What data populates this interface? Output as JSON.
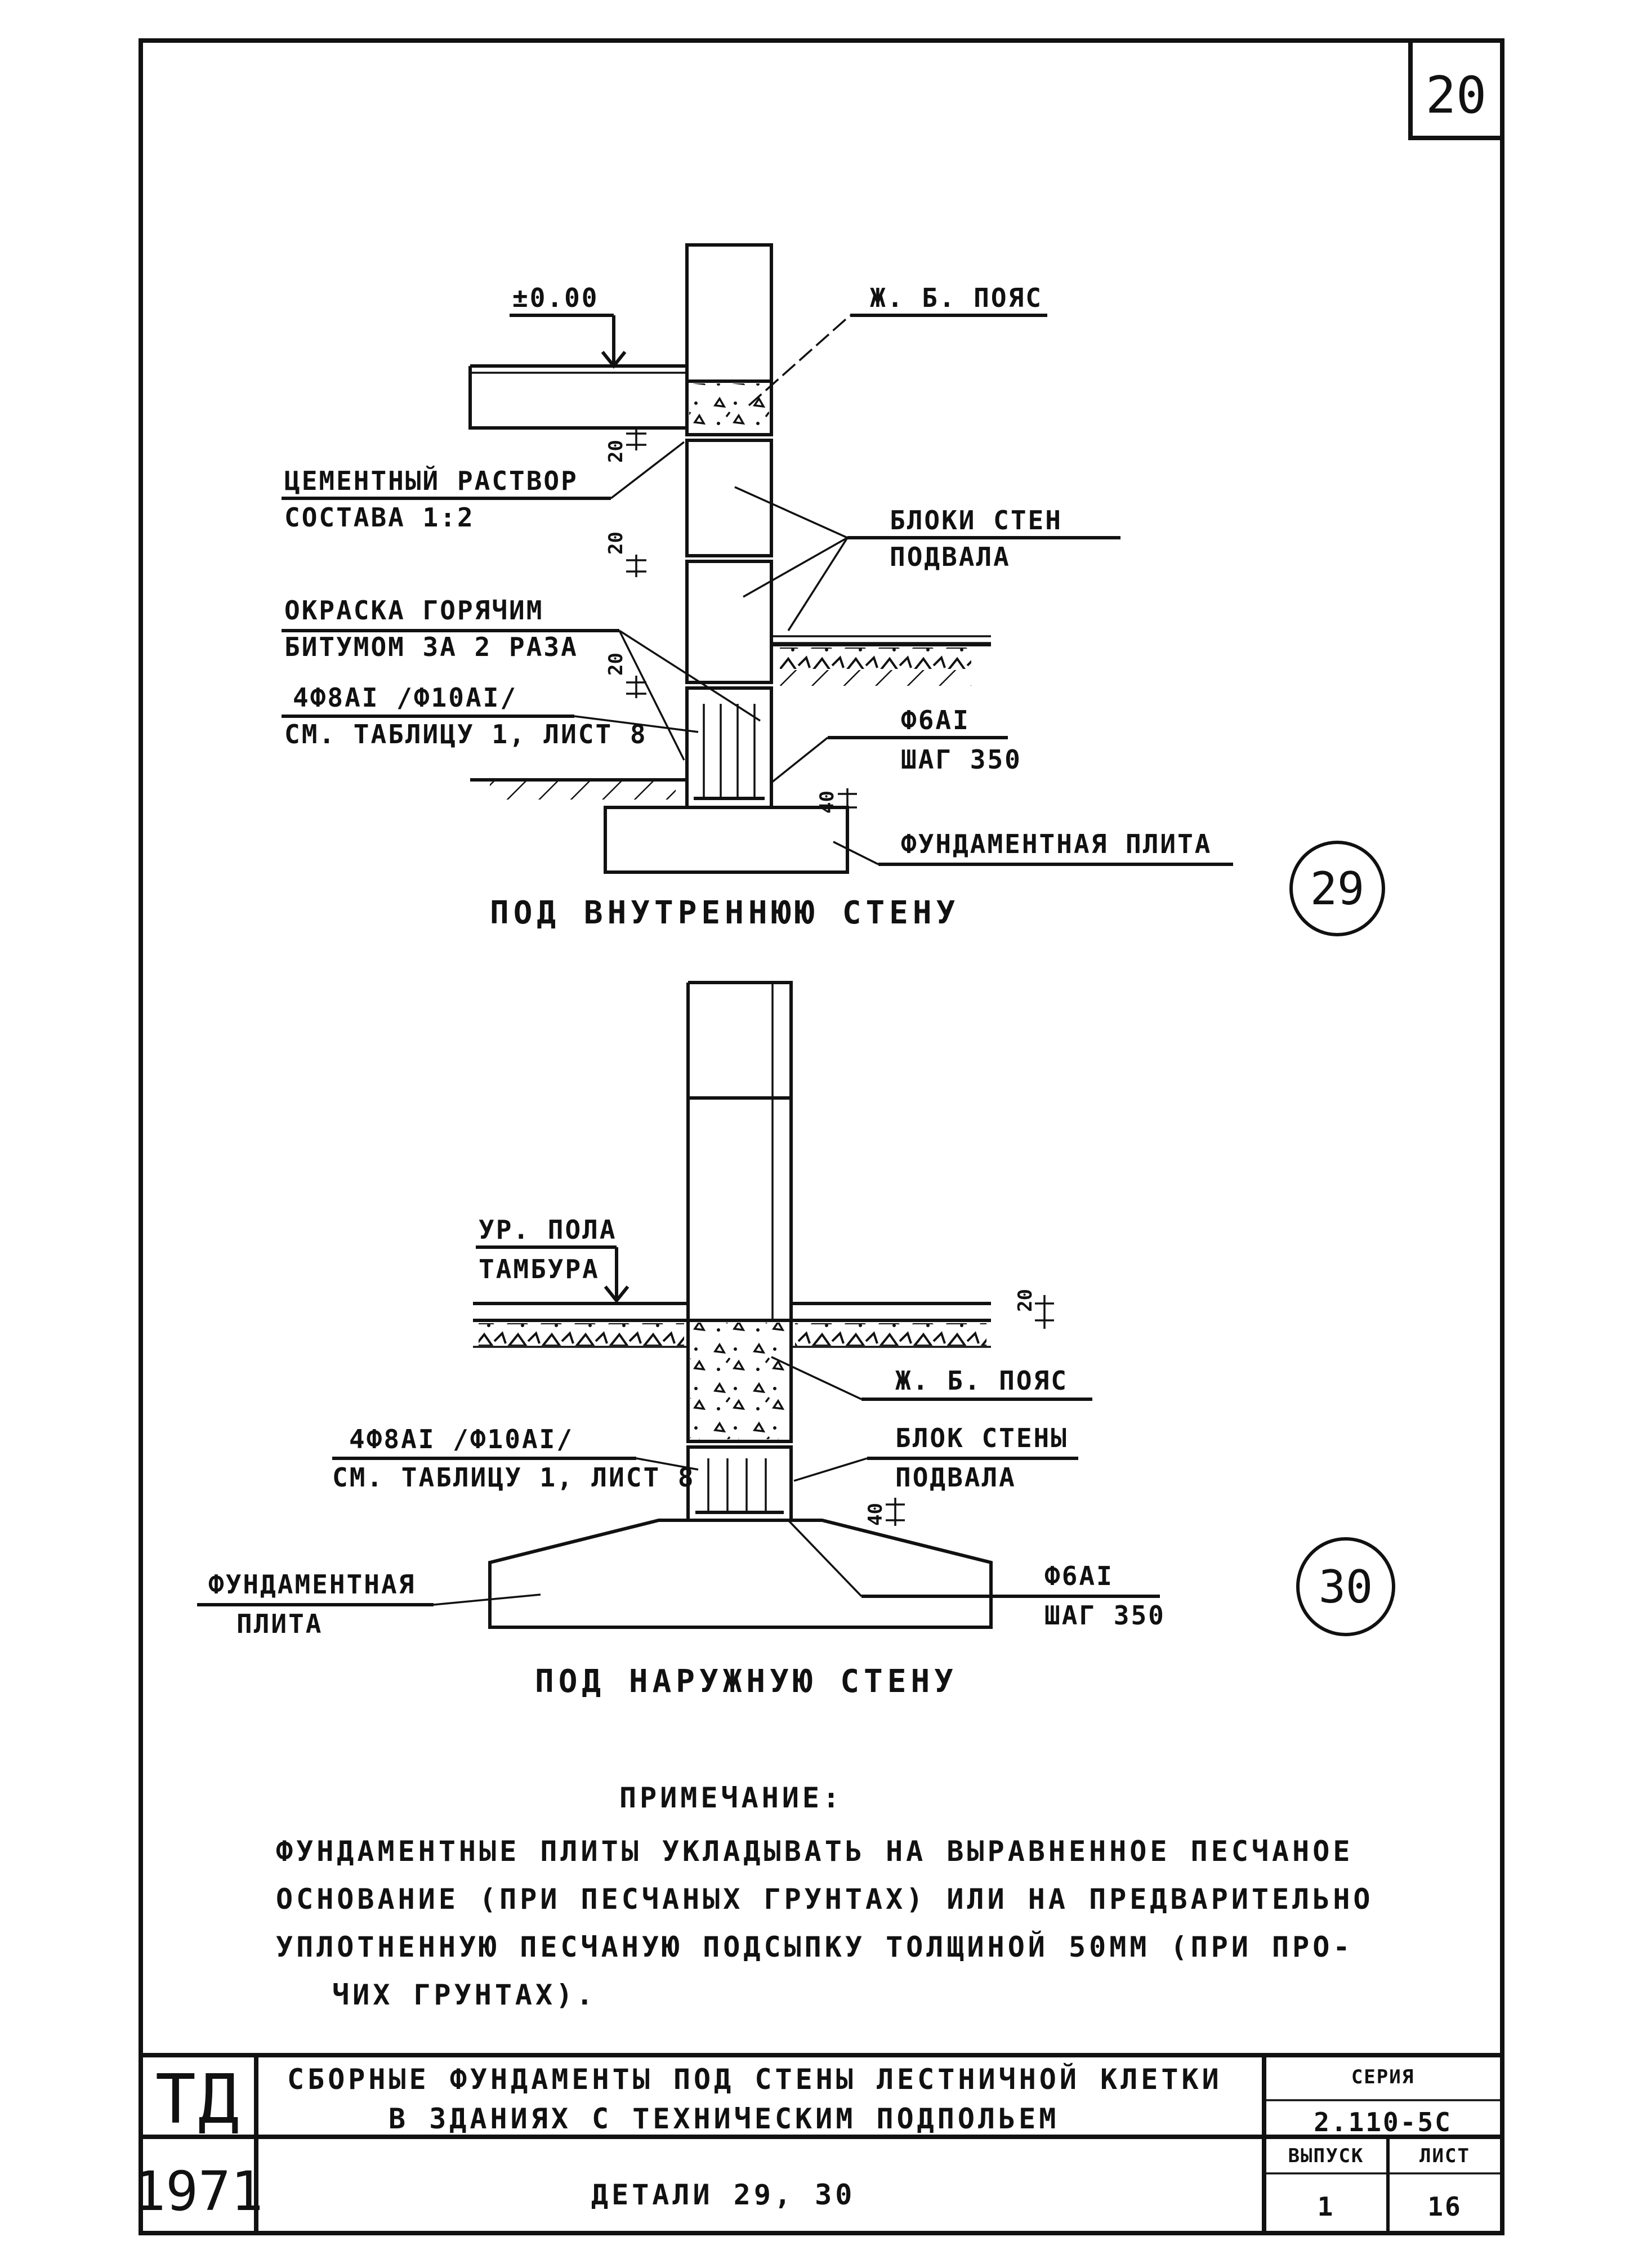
{
  "sheet_number": "20",
  "detail_29": {
    "number": "29",
    "caption": "ПОД ВНУТРЕННЮЮ СТЕНУ",
    "level_mark": "±0.00",
    "label_belt": "Ж. Б. ПОЯС",
    "label_mortar_1": "ЦЕМЕНТНЫЙ РАСТВОР",
    "label_mortar_2": "СОСТАВА 1:2",
    "label_blocks_1": "БЛОКИ СТЕН",
    "label_blocks_2": "ПОДВАЛА",
    "label_paint_1": "ОКРАСКА ГОРЯЧИМ",
    "label_paint_2": "БИТУМОМ ЗА 2 РАЗА",
    "label_rebar_1": "4Ф8АI /Ф10АI/",
    "label_rebar_2": "СМ. ТАБЛИЦУ 1, ЛИСТ 8",
    "label_stirrup_1": "Ф6АI",
    "label_stirrup_2": "ШАГ 350",
    "label_slab": "ФУНДАМЕНТНАЯ ПЛИТА",
    "dim_20_a": "20",
    "dim_20_b": "20",
    "dim_20_c": "20",
    "dim_40": "40"
  },
  "detail_30": {
    "number": "30",
    "caption": "ПОД НАРУЖНУЮ СТЕНУ",
    "label_floor_1": "УР. ПОЛА",
    "label_floor_2": "ТАМБУРА",
    "label_belt": "Ж. Б. ПОЯС",
    "label_rebar_1": "4Ф8АI /Ф10АI/",
    "label_rebar_2": "СМ. ТАБЛИЦУ 1, ЛИСТ 8",
    "label_block_1": "БЛОК СТЕНЫ",
    "label_block_2": "ПОДВАЛА",
    "label_slab_1": "ФУНДАМЕНТНАЯ",
    "label_slab_2": "ПЛИТА",
    "label_stirrup_1": "Ф6АI",
    "label_stirrup_2": "ШАГ 350",
    "dim_20": "20",
    "dim_40": "40"
  },
  "note": {
    "title": "ПРИМЕЧАНИЕ:",
    "line_1": "ФУНДАМЕНТНЫЕ ПЛИТЫ УКЛАДЫВАТЬ НА ВЫРАВНЕННОЕ ПЕСЧАНОЕ",
    "line_2": "ОСНОВАНИЕ (ПРИ ПЕСЧАНЫХ ГРУНТАХ) ИЛИ НА ПРЕДВАРИТЕЛЬНО",
    "line_3": "УПЛОТНЕННУЮ ПЕСЧАНУЮ ПОДСЫПКУ ТОЛЩИНОЙ 50ММ (ПРИ ПРО-",
    "line_4": "ЧИХ ГРУНТАХ)."
  },
  "title_block": {
    "org": "ТД",
    "year": "1971",
    "title_line_1": "СБОРНЫЕ ФУНДАМЕНТЫ ПОД СТЕНЫ ЛЕСТНИЧНОЙ КЛЕТКИ",
    "title_line_2": "В ЗДАНИЯХ С ТЕХНИЧЕСКИМ ПОДПОЛЬЕМ",
    "subtitle": "ДЕТАЛИ 29, 30",
    "series_label": "СЕРИЯ",
    "series_value": "2.110-5С",
    "issue_label": "ВЫПУСК",
    "issue_value": "1",
    "sheet_label": "ЛИСТ",
    "sheet_value": "16"
  }
}
